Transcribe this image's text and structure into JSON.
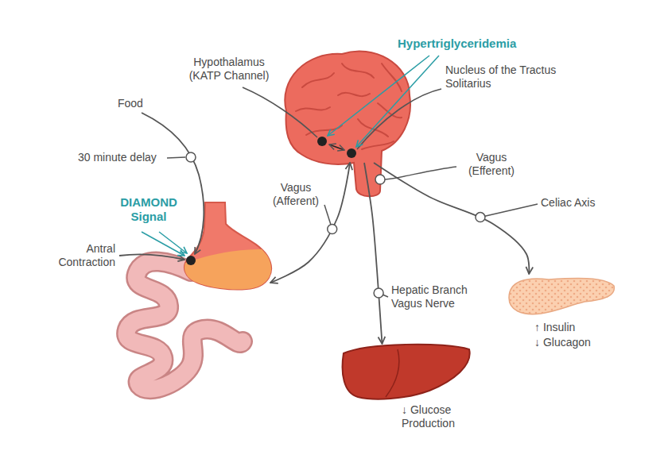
{
  "diagram": {
    "nodes": [
      {
        "text": [
          "Hypothalamus (KATP Channel)",
          "Nucleus of the Tractus Solitarius"
        ]
      },
      {
        "text": [
          "Antral Contraction"
        ]
      },
      {
        "text": [
          "↑ Insulin",
          "↓ Glucagon"
        ]
      },
      {
        "text": [
          "↓ Glucose Production"
        ]
      }
    ],
    "edges": [
      {
        "from": 1,
        "to": 0,
        "label": "Vagus (Afferent)",
        "arrow": "both"
      },
      {
        "from": 0,
        "to": 3,
        "label": "Hepatic Branch Vagus Nerve",
        "arrow": "to"
      },
      {
        "from": 0,
        "to": 2,
        "label": "Celiac Axis",
        "arrow": "to"
      }
    ],
    "labels": [
      "Hypertriglyceridemia",
      "Food",
      "30 minute delay",
      "DIAMOND Signal",
      "Vagus (Efferent)"
    ]
  }
}
